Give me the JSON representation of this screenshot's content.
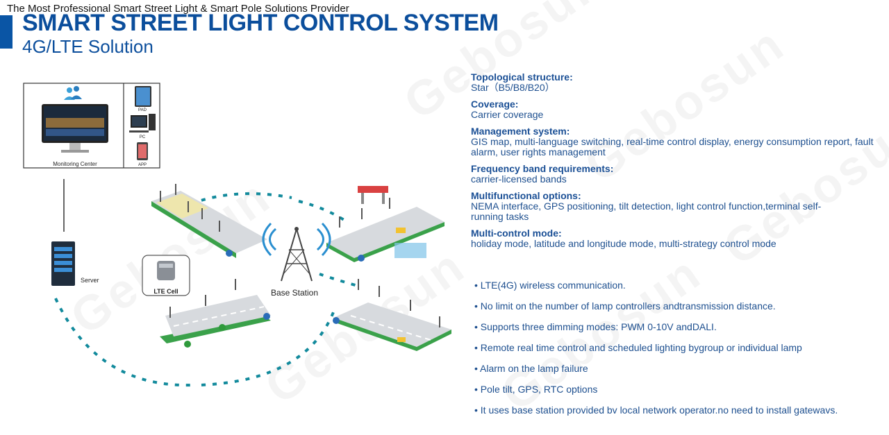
{
  "header": {
    "tagline": "The Most Professional Smart Street Light & Smart Pole Solutions Provider",
    "title": "SMART STREET LIGHT CONTROL SYSTEM",
    "subtitle": "4G/LTE Solution",
    "accent_color": "#0a55a5",
    "title_color": "#0b4e9c"
  },
  "watermark": "Gebosun",
  "diagram": {
    "monitoring_center": "Monitoring Center",
    "devices": [
      "PAD",
      "PC",
      "APP"
    ],
    "server": "Server",
    "lte_cell": "LTE Cell",
    "base_station": "Base Station"
  },
  "specs": [
    {
      "label": "Topological structure:",
      "value": "Star（B5/B8/B20）"
    },
    {
      "label": "Coverage:",
      "value": "Carrier coverage"
    },
    {
      "label": "Management system:",
      "value": "GIS map, multi-language switching, real-time control display, energy consumption report, fault alarm, user rights management"
    },
    {
      "label": "Frequency band requirements:",
      "value": "carrier-licensed bands"
    },
    {
      "label": "Multifunctional options:",
      "value": "NEMA interface, GPS positioning, tilt detection, light control function,terminal self-running tasks"
    },
    {
      "label": "Multi-control mode:",
      "value": "holiday mode, latitude and longitude mode, multi-strategy control mode"
    }
  ],
  "bullets": [
    "• LTE(4G) wireless communication.",
    "• No limit on the number of lamp controllers andtransmission distance.",
    "• Supports three dimming modes: PWM 0-10V andDALI.",
    "• Remote real time control and scheduled lighting bygroup or individual lamp",
    "• Alarm on the lamp failure",
    "• Pole tilt, GPS, RTC options",
    "• It uses base station provided bv local network operator.no need to install gatewavs."
  ]
}
